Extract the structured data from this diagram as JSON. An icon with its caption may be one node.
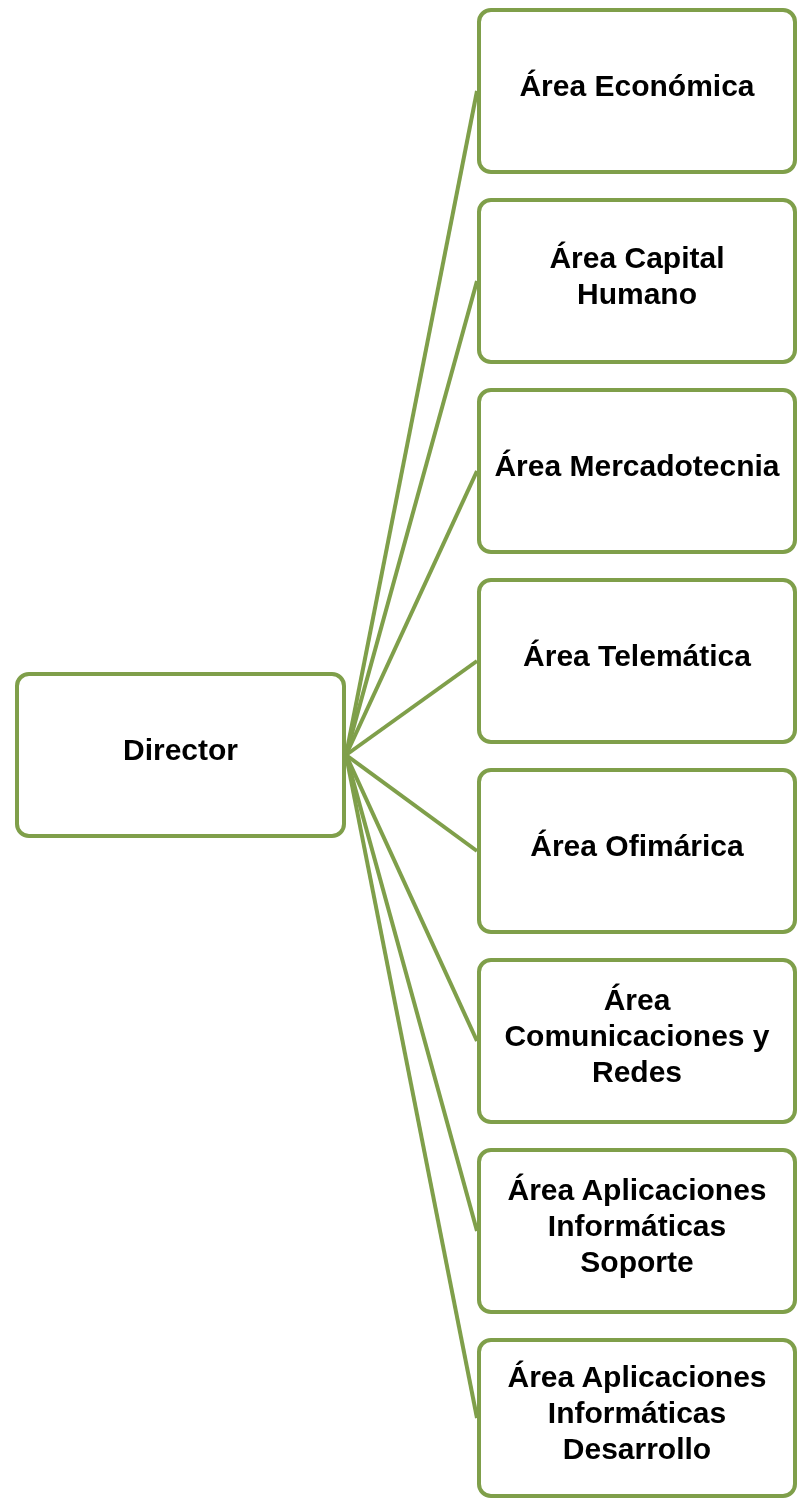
{
  "diagram": {
    "nodes": [
      {
        "text": [
          "Director"
        ]
      },
      {
        "text": [
          "Área Económica"
        ]
      },
      {
        "text": [
          "Área Capital Humano"
        ]
      },
      {
        "text": [
          "Área Mercadotecnia"
        ]
      },
      {
        "text": [
          "Área Telemática"
        ]
      },
      {
        "text": [
          "Área Ofimárica"
        ]
      },
      {
        "text": [
          "Área Comunicaciones y Redes"
        ]
      },
      {
        "text": [
          "Área Aplicaciones Informáticas Soporte"
        ]
      },
      {
        "text": [
          "Área Aplicaciones Informáticas Desarrollo"
        ]
      }
    ],
    "edges": [
      {
        "from": 0,
        "to": 1,
        "arrow": "none"
      },
      {
        "from": 0,
        "to": 2,
        "arrow": "none"
      },
      {
        "from": 0,
        "to": 3,
        "arrow": "none"
      },
      {
        "from": 0,
        "to": 4,
        "arrow": "none"
      },
      {
        "from": 0,
        "to": 5,
        "arrow": "none"
      },
      {
        "from": 0,
        "to": 6,
        "arrow": "none"
      },
      {
        "from": 0,
        "to": 7,
        "arrow": "none"
      },
      {
        "from": 0,
        "to": 8,
        "arrow": "none"
      }
    ]
  }
}
